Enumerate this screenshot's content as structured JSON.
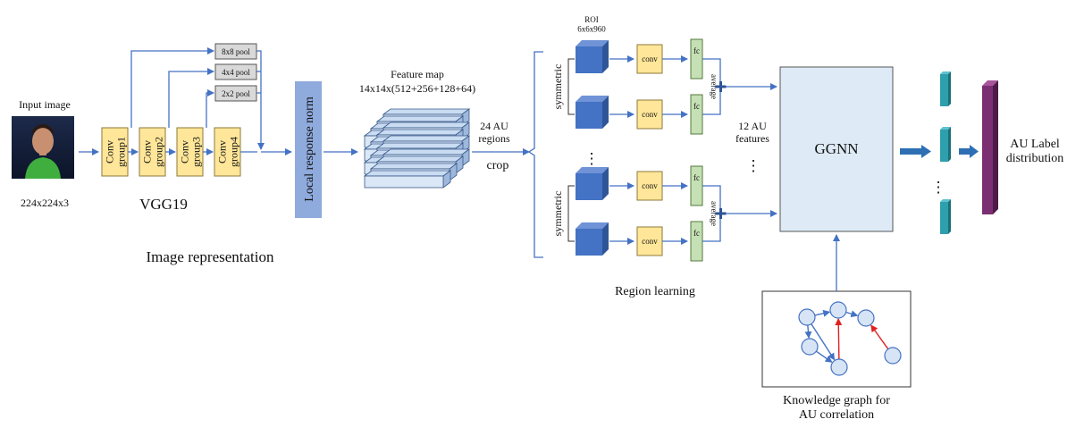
{
  "image_representation": {
    "input_label": "Input image",
    "input_size": "224x224x3",
    "network": "VGG19",
    "conv_groups": [
      "Conv\ngroup1",
      "Conv\ngroup2",
      "Conv\ngroup3",
      "Conv\ngroup4"
    ],
    "pools": [
      "8x8 pool",
      "4x4 pool",
      "2x2 pool"
    ],
    "norm": "Local response norm",
    "section_title": "Image representation"
  },
  "feature_map": {
    "title": "Feature map",
    "dims": "14x14x(512+256+128+64)",
    "regions": "24 AU\nregions",
    "crop": "crop"
  },
  "region_learning": {
    "roi": "ROI\n6x6x960",
    "symmetric": "symmetric",
    "conv": "conv",
    "fc": "fc",
    "average": "average",
    "dots": "⋮",
    "title": "Region learning",
    "features": "12 AU\nfeatures"
  },
  "ggnn": {
    "label": "GGNN"
  },
  "output": {
    "label": "AU Label\ndistribution"
  },
  "knowledge_graph": {
    "title": "Knowledge graph for\nAU correlation"
  },
  "colors": {
    "arrow": "#4472c4",
    "conv_box": "#ffe699",
    "pool_box": "#d9d9d9",
    "norm_bar": "#8faadc",
    "fc_box": "#c5e0b4",
    "roi_cube": "#4472c4",
    "ggnn_box": "#deebf7",
    "teal": "#2e9fad",
    "purple": "#7b2e72",
    "red_edge": "#e02020"
  }
}
